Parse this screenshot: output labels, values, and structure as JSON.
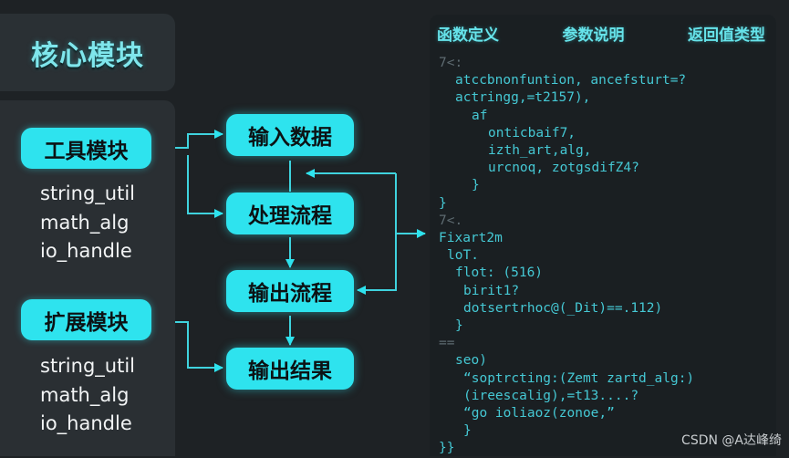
{
  "title": "核心模块",
  "modules": [
    {
      "label": "工具模块",
      "items": [
        "string_util",
        "math_alg",
        "io_handle"
      ]
    },
    {
      "label": "扩展模块",
      "items": [
        "string_util",
        "math_alg",
        "io_handle"
      ]
    }
  ],
  "flow": {
    "nodes": [
      "输入数据",
      "处理流程",
      "输出流程",
      "输出结果"
    ]
  },
  "code_panel": {
    "headers": [
      "函数定义",
      "参数说明",
      "返回值类型"
    ],
    "lines": [
      {
        "indent": 0,
        "text": "7<:",
        "dim": true
      },
      {
        "indent": 2,
        "text": "atccbnonfuntion, ancefsturt=?",
        "dim": false
      },
      {
        "indent": 2,
        "text": "actringg,=t2157),",
        "dim": false
      },
      {
        "indent": 4,
        "text": "af",
        "dim": false
      },
      {
        "indent": 6,
        "text": "onticbaif7,",
        "dim": false
      },
      {
        "indent": 6,
        "text": "izth_art,alg,",
        "dim": false
      },
      {
        "indent": 6,
        "text": "urcnoq, zotgsdifZ4?",
        "dim": false
      },
      {
        "indent": 4,
        "text": "}",
        "dim": false
      },
      {
        "indent": 0,
        "text": "}",
        "dim": false
      },
      {
        "indent": 0,
        "text": "7<.",
        "dim": true
      },
      {
        "indent": 0,
        "text": "Fixart2m",
        "dim": false
      },
      {
        "indent": 1,
        "text": "loT.",
        "dim": false
      },
      {
        "indent": 2,
        "text": "flot: (516)",
        "dim": false
      },
      {
        "indent": 3,
        "text": "birit1?",
        "dim": false
      },
      {
        "indent": 3,
        "text": "dotsertrhoc@(_Dit)==.112)",
        "dim": false
      },
      {
        "indent": 2,
        "text": "}",
        "dim": false
      },
      {
        "indent": 0,
        "text": "==",
        "dim": true
      },
      {
        "indent": 2,
        "text": "seo)",
        "dim": false
      },
      {
        "indent": 3,
        "text": "“soptrcting:(Zemt zartd_alg:)",
        "dim": false
      },
      {
        "indent": 3,
        "text": "(ireescalig),=t13....?",
        "dim": false
      },
      {
        "indent": 3,
        "text": "“go ioliaoz(zonoe,”",
        "dim": false
      },
      {
        "indent": 3,
        "text": "}",
        "dim": false
      },
      {
        "indent": 0,
        "text": "}}",
        "dim": false
      }
    ]
  },
  "watermark": "CSDN @A达峰绮",
  "colors": {
    "accent": "#2ee3ee",
    "background": "#1e2225",
    "panel": "#2a2f33",
    "code_text": "#45c8d4"
  }
}
